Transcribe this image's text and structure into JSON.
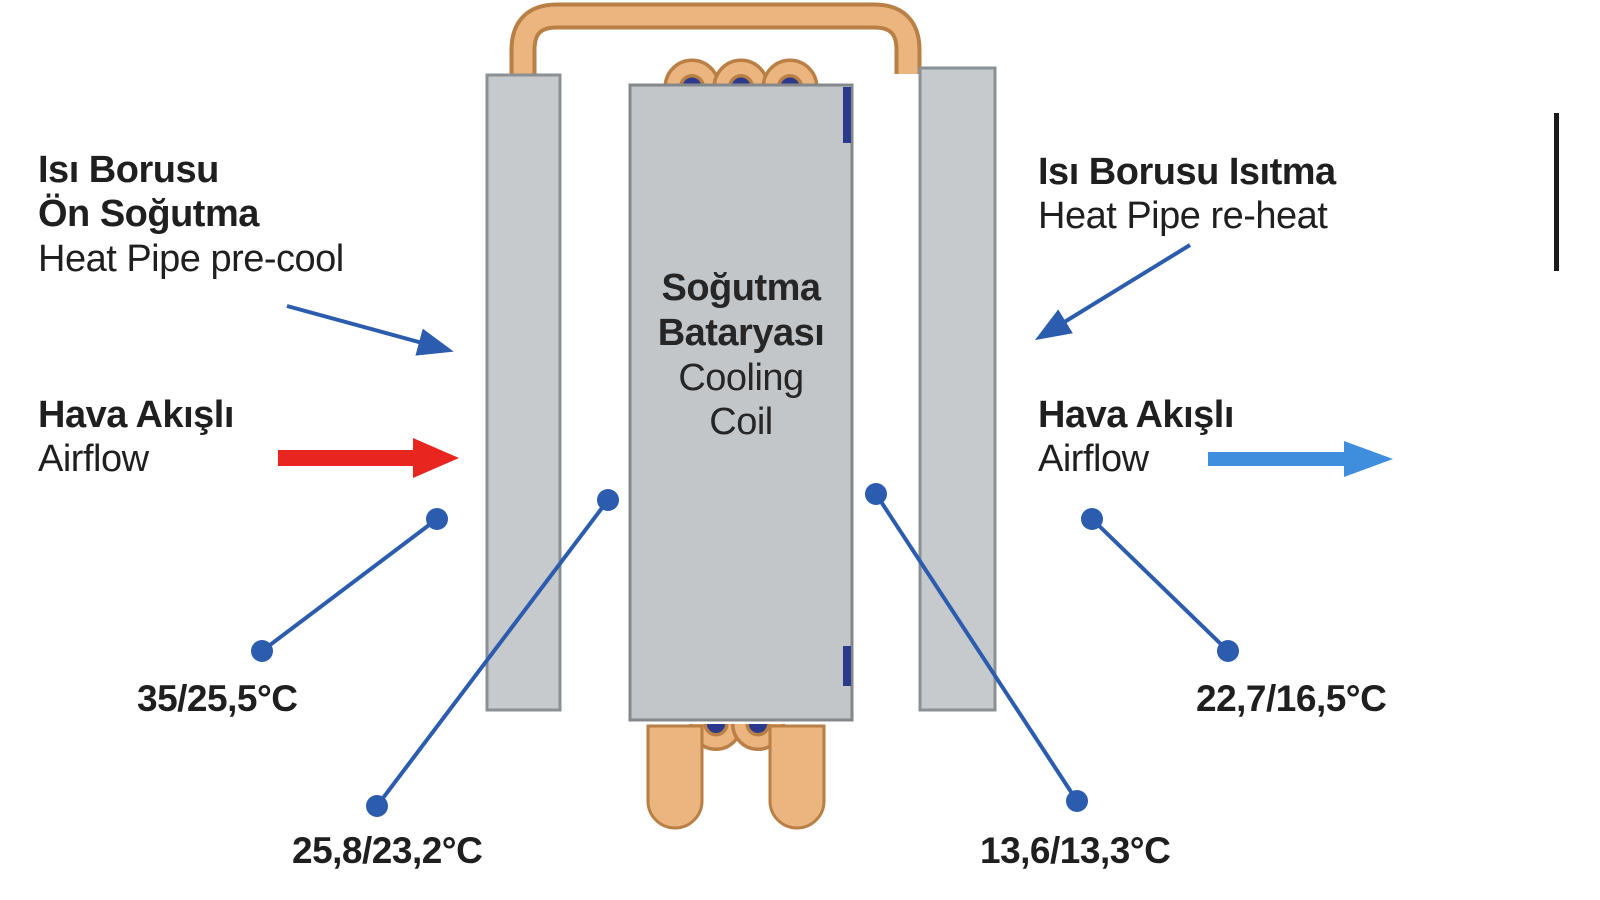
{
  "labels": {
    "precool": {
      "l1": "Isı Borusu",
      "l2": "Ön Soğutma",
      "l3": "Heat Pipe pre-cool"
    },
    "airflow_in": {
      "l1": "Hava Akışlı",
      "l2": "Airflow"
    },
    "reheat": {
      "l1": "Isı Borusu Isıtma",
      "l2": "Heat Pipe re-heat"
    },
    "airflow_out": {
      "l1": "Hava Akışlı",
      "l2": "Airflow"
    },
    "coil": {
      "l1": "Soğutma",
      "l2": "Bataryası",
      "l3": "Cooling",
      "l4": "Coil"
    }
  },
  "temperatures": {
    "inlet": "35/25,5°C",
    "after_precool": "25,8/23,2°C",
    "after_coil": "13,6/13,3°C",
    "outlet": "22,7/16,5°C"
  },
  "colors": {
    "copper": "#eab57f",
    "copper_outline": "#b97f45",
    "bar_gray": "#c7cacd",
    "bar_border": "#8b9094",
    "coil_gray": "#c3c6c9",
    "coil_border": "#84888c",
    "navy": "#2c3a8c",
    "blue": "#2b5cad",
    "red": "#e8251f",
    "light_blue": "#3f8ede",
    "text": "#1f1f1f"
  }
}
